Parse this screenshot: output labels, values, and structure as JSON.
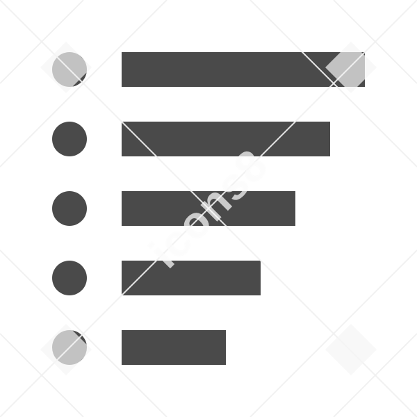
{
  "watermark": {
    "text": "icons8"
  },
  "icon": {
    "name": "list-icon",
    "color": "#4a4a4a",
    "rows": [
      {
        "length": 1.0
      },
      {
        "length": 0.857
      },
      {
        "length": 0.714
      },
      {
        "length": 0.571
      },
      {
        "length": 0.429
      }
    ]
  }
}
